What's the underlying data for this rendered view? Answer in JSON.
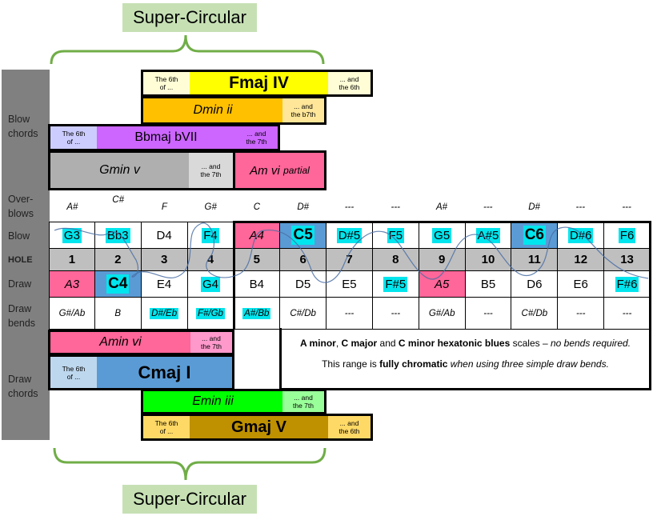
{
  "titles": {
    "top": "Super-Circular",
    "bottom": "Super-Circular"
  },
  "side_labels": {
    "blow_chords": [
      "Blow",
      "chords"
    ],
    "overblows": [
      "Over-",
      "blows"
    ],
    "blow": "Blow",
    "hole": "HOLE",
    "draw": "Draw",
    "draw_bends": [
      "Draw",
      "bends"
    ],
    "draw_chords": [
      "Draw",
      "chords"
    ]
  },
  "chords": {
    "fmaj": {
      "pre": [
        "The 6th",
        "of ..."
      ],
      "name": "Fmaj IV",
      "post": [
        "... and",
        "the 6th"
      ]
    },
    "dmin": {
      "name": "Dmin ii",
      "post": [
        "... and",
        "the b7th"
      ]
    },
    "bbmaj": {
      "pre": [
        "The 6th",
        "of ..."
      ],
      "name": "Bbmaj bVII",
      "post": [
        "... and",
        "the 7th"
      ]
    },
    "gmin": {
      "name": "Gmin v",
      "post": [
        "... and",
        "the 7th"
      ]
    },
    "am_partial": {
      "name": "Am vi",
      "suffix": "partial"
    },
    "amin": {
      "name": "Amin vi",
      "post": [
        "... and",
        "the 7th"
      ]
    },
    "cmaj": {
      "pre": [
        "The 6th",
        "of ..."
      ],
      "name": "Cmaj I"
    },
    "emin": {
      "name": "Emin iii",
      "post": [
        "... and",
        "the 7th"
      ]
    },
    "gmaj": {
      "pre": [
        "The 6th",
        "of ..."
      ],
      "name": "Gmaj V",
      "post": [
        "... and",
        "the 6th"
      ]
    }
  },
  "overblows": [
    "A#",
    "C#",
    "F",
    "G#",
    "C",
    "D#",
    "---",
    "---",
    "A#",
    "---",
    "D#",
    "---",
    "---"
  ],
  "blow": [
    "G3",
    "Bb3",
    "D4",
    "F4",
    "A4",
    "C5",
    "D#5",
    "F5",
    "G5",
    "A#5",
    "C6",
    "D#6",
    "F6"
  ],
  "holes": [
    "1",
    "2",
    "3",
    "4",
    "5",
    "6",
    "7",
    "8",
    "9",
    "10",
    "11",
    "12",
    "13"
  ],
  "draw": [
    "A3",
    "C4",
    "E4",
    "G4",
    "B4",
    "D5",
    "E5",
    "F#5",
    "A5",
    "B5",
    "D6",
    "E6",
    "F#6"
  ],
  "draw_bends": [
    "G#/Ab",
    "B",
    "D#/Eb",
    "F#/Gb",
    "A#/Bb",
    "C#/Db",
    "---",
    "---",
    "G#/Ab",
    "---",
    "C#/Db",
    "---",
    "---"
  ],
  "info": {
    "line1": {
      "p1": "A minor",
      "p2": ", ",
      "p3": "C major",
      "p4": " and ",
      "p5": "C minor hexatonic blues",
      "p6": " scales – ",
      "p7": "no bends required."
    },
    "line2": {
      "p1": "This range is ",
      "p2": "fully chromatic",
      "p3": " when using three simple draw bends."
    }
  },
  "colors": {
    "yellow": "#ffff00",
    "light_yellow": "#fefdd6",
    "orange": "#ffc000",
    "light_orange": "#ffe699",
    "purple": "#cc66ff",
    "light_purple": "#ccccff",
    "gray": "#afafaf",
    "light_gray": "#d9d9d9",
    "pink": "#ff6699",
    "light_pink": "#ff99cc",
    "blue": "#5b9bd5",
    "light_blue": "#bdd7ee",
    "green": "#00ff00",
    "light_green": "#99ff99",
    "brown": "#bf9000",
    "light_brown": "#ffd966",
    "cyan": "#00e5ee",
    "hole_gray": "#bfbfbf",
    "sidebar": "#808080",
    "title_bg": "#c6e0b4"
  }
}
